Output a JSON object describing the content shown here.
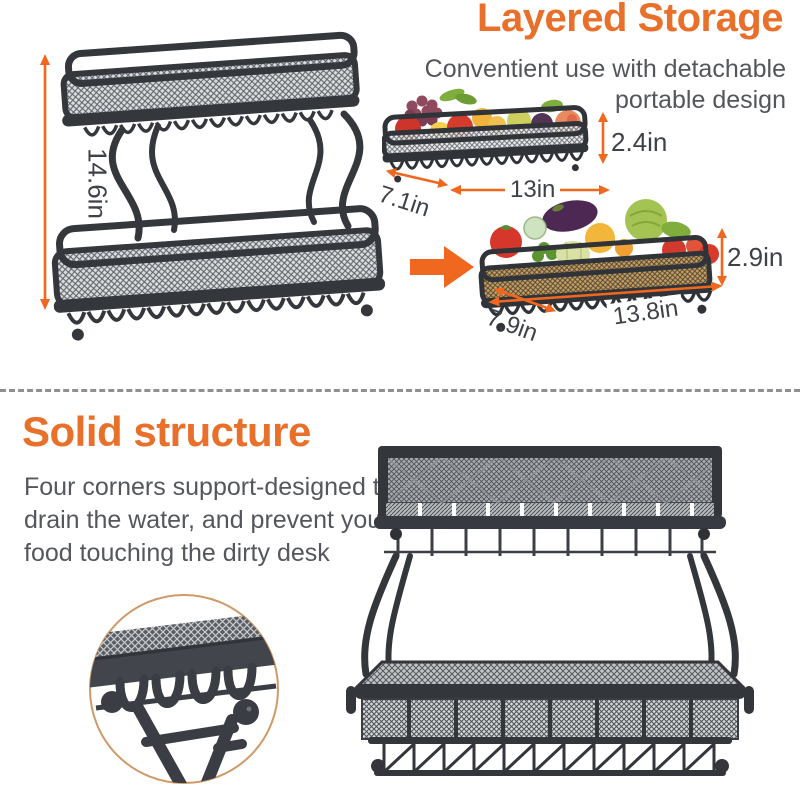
{
  "palette": {
    "heading_orange": "#e8702a",
    "arrow_orange": "#f0671f",
    "body_text_gray": "#54575b",
    "dimension_text_gray": "#3e4246",
    "basket_dark": "#34383d",
    "detail_ring": "#cf9a68"
  },
  "layered_storage": {
    "heading": "Layered Storage",
    "subtitle_line1": "Conventient use with detachable",
    "subtitle_line2": "portable design",
    "overall_height": "14.6in",
    "top_basket": {
      "height": "2.4in",
      "width": "13in",
      "depth": "7.1in"
    },
    "bottom_basket": {
      "height": "2.9in",
      "width": "13.8in",
      "depth": "7.9in"
    }
  },
  "solid_structure": {
    "heading": "Solid structure",
    "description_line1": "Four corners support-designed to",
    "description_line2": "drain the water, and prevent your",
    "description_line3": "food touching the dirty desk"
  }
}
